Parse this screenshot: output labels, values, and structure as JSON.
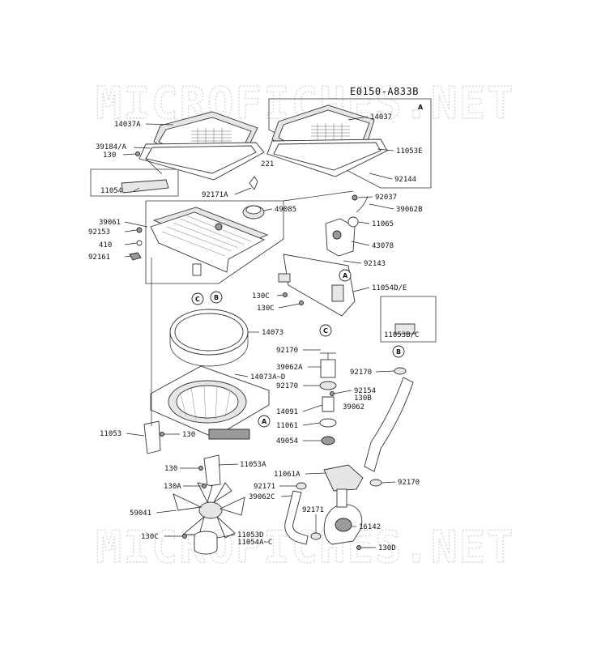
{
  "diagram_code": "E0150-A833B",
  "watermark": "MICROFICHES.NET",
  "part_labels": [
    "14037A",
    "39184/A",
    "130",
    "221",
    "11054",
    "92171A",
    "14037",
    "11053E",
    "92144",
    "92037",
    "39062B",
    "49085",
    "39061",
    "92153",
    "410",
    "92161",
    "11065",
    "43078",
    "92143",
    "11054D/E",
    "130C",
    "130C",
    "11053B/C",
    "14073",
    "92170",
    "39062A",
    "92170",
    "14073A~D",
    "92154",
    "130B",
    "39062",
    "14091",
    "11061",
    "49054",
    "92170",
    "11053",
    "130",
    "130",
    "11053A",
    "11061A",
    "92170",
    "130A",
    "92171",
    "39062C",
    "59041",
    "92171",
    "16142",
    "130C",
    "11053D",
    "11054A~C",
    "130D"
  ],
  "callouts": [
    "A",
    "A",
    "C",
    "B",
    "A",
    "C",
    "B"
  ]
}
